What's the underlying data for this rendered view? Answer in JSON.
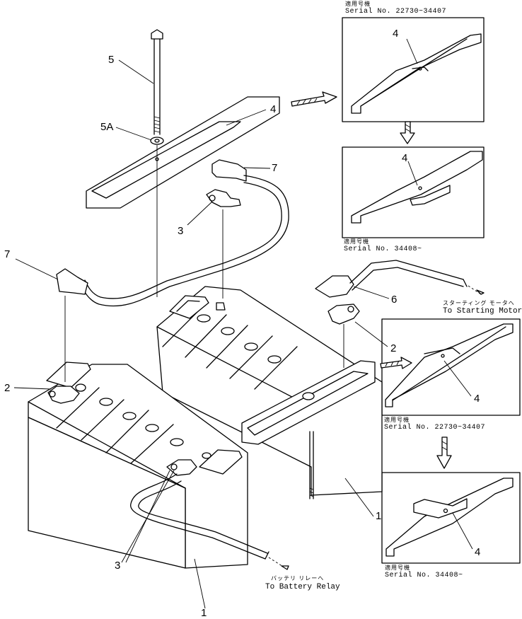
{
  "callouts": {
    "c5": "5",
    "c5a": "5A",
    "c4_top": "4",
    "c7_top": "7",
    "c3_top": "3",
    "c7_left": "7",
    "c6": "6",
    "c2_right": "2",
    "c2_left": "2",
    "c3_bottom": "3",
    "c1_bottom": "1",
    "c1_right": "1"
  },
  "insets": [
    {
      "serial_ja": "適用号機",
      "serial": "Serial  No. 22730~34407",
      "part": "4"
    },
    {
      "serial_ja": "適用号機",
      "serial": "Serial  No. 34408~",
      "part": "4"
    },
    {
      "serial_ja": "適用号機",
      "serial": "Serial  No. 22730~34407",
      "part": "4"
    },
    {
      "serial_ja": "適用号機",
      "serial": "Serial  No. 34408~",
      "part": "4"
    }
  ],
  "destinations": {
    "starting_motor_ja": "スターティング モータへ",
    "starting_motor": "To Starting Motor",
    "battery_relay_ja": "バッテリ リレーへ",
    "battery_relay": "To Battery Relay"
  }
}
